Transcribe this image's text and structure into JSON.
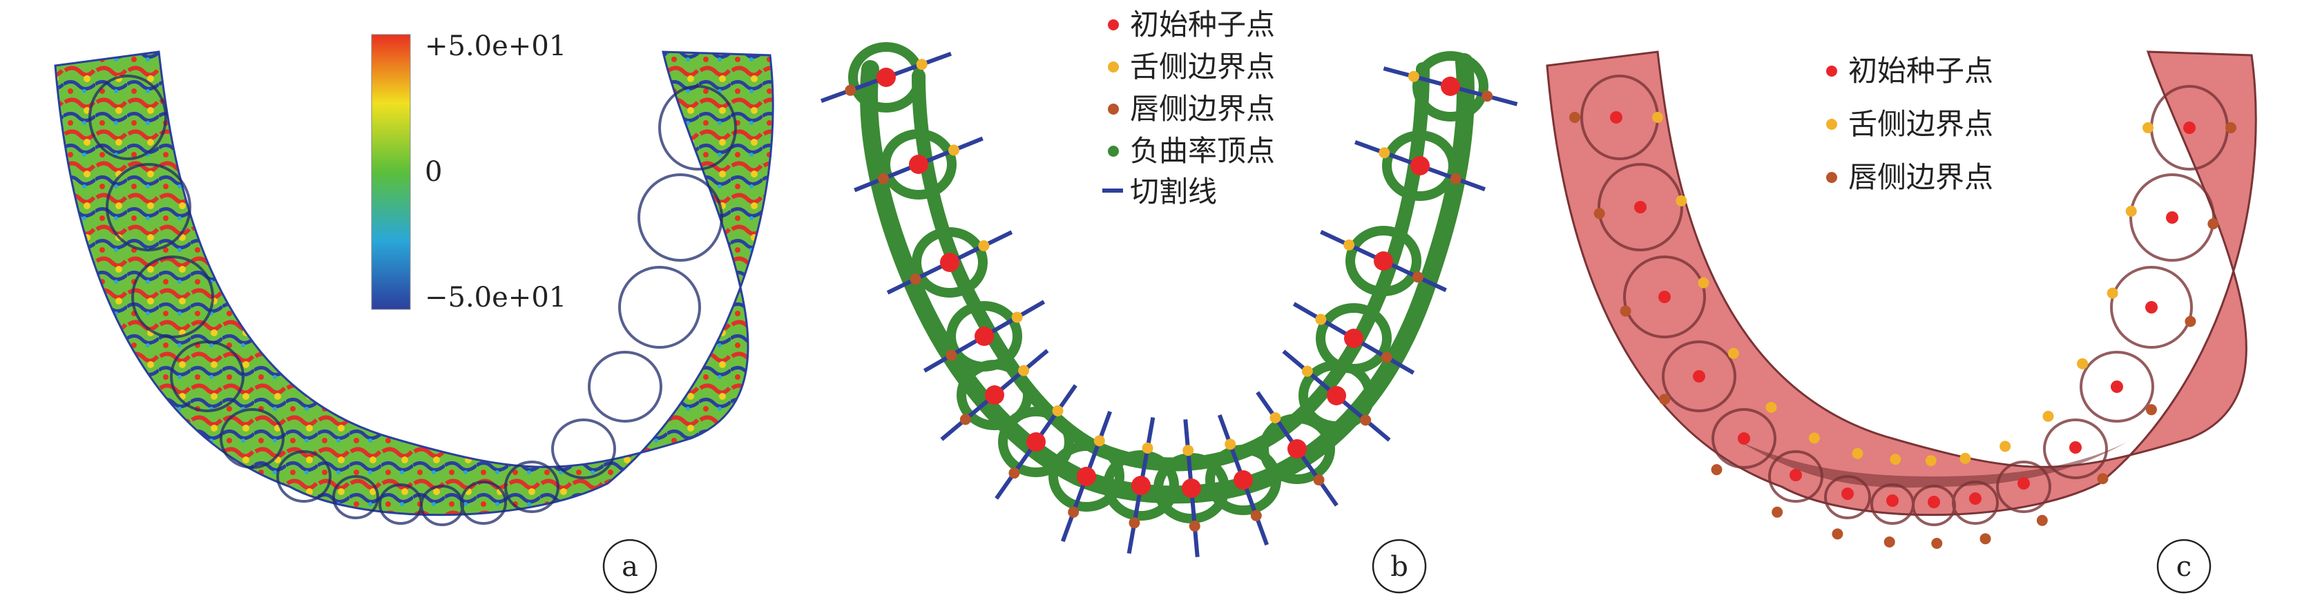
{
  "panels": [
    {
      "id": "a",
      "label": "a",
      "colorbar": {
        "max_label": "+5.0e+01",
        "mid_label": "0",
        "min_label": "−5.0e+01",
        "stops": [
          "#2b3f9e",
          "#2aa7d8",
          "#5bbf3a",
          "#f0e020",
          "#e83020"
        ]
      }
    },
    {
      "id": "b",
      "label": "b",
      "legend": [
        {
          "marker": "dot",
          "color": "#e8262a",
          "text": "初始种子点"
        },
        {
          "marker": "dot",
          "color": "#f2b12a",
          "text": "舌侧边界点"
        },
        {
          "marker": "dot",
          "color": "#b8552a",
          "text": "唇侧边界点"
        },
        {
          "marker": "dot",
          "color": "#3b8a35",
          "text": "负曲率顶点"
        },
        {
          "marker": "line",
          "color": "#2e3f9a",
          "text": "切割线"
        }
      ]
    },
    {
      "id": "c",
      "label": "c",
      "legend": [
        {
          "marker": "dot",
          "color": "#e8262a",
          "text": "初始种子点"
        },
        {
          "marker": "dot",
          "color": "#f2b12a",
          "text": "舌侧边界点"
        },
        {
          "marker": "dot",
          "color": "#b8552a",
          "text": "唇侧边界点"
        }
      ]
    }
  ],
  "colors": {
    "seed": "#e8262a",
    "lingual": "#f2b12a",
    "labial": "#b8552a",
    "negative_curvature": "#3b8a35",
    "cut_line": "#2e3f9a",
    "mesh_c": "#e07e80",
    "mesh_c_dark": "#7a3436"
  }
}
